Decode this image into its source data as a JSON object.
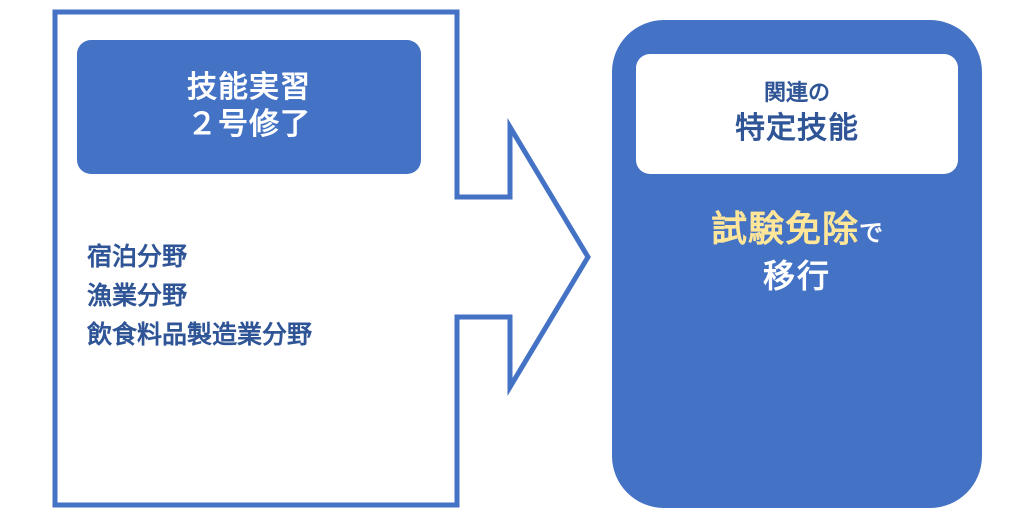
{
  "source": {
    "badge_line1": "技能実習",
    "badge_line2": "２号修了",
    "fields": [
      "宿泊分野",
      "漁業分野",
      "飲食料品製造業分野"
    ]
  },
  "target": {
    "header_line1": "関連の",
    "header_line2": "特定技能",
    "highlight": "試験免除",
    "suffix": "で",
    "line2": "移行"
  },
  "colors": {
    "primary_blue": "#4472c4",
    "text_blue": "#2f5597",
    "highlight_yellow": "#ffe699"
  }
}
